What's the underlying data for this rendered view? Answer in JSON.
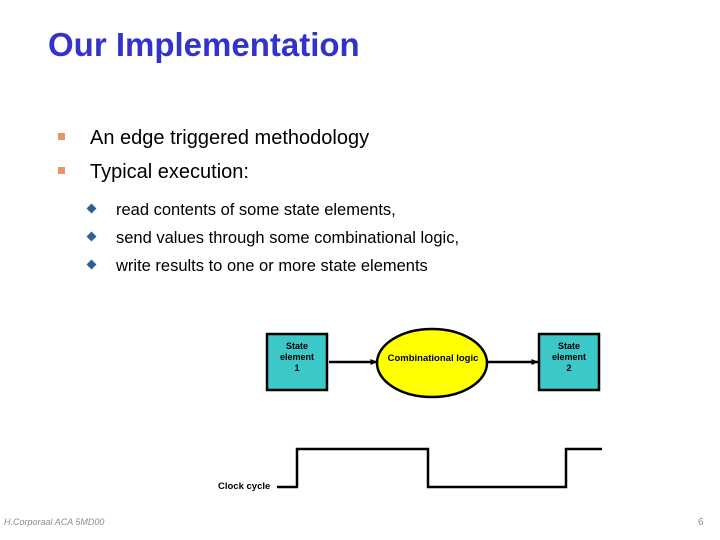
{
  "slide": {
    "title": "Our Implementation",
    "title_color": "#3333CC",
    "page_number": "6",
    "footer": "H.Corporaal  ACA 5MD00"
  },
  "bullets": {
    "level1_marker": "square-bullet-icon",
    "level1_marker_color": "#E8956B",
    "level2_marker": "diamond-bullet-icon",
    "level2_marker_color": "#2E5F96",
    "level1": [
      {
        "text": "An edge triggered methodology"
      },
      {
        "text": "Typical execution:"
      }
    ],
    "level2": [
      {
        "text": "read contents of some state elements,"
      },
      {
        "text": "send values through some combinational logic,"
      },
      {
        "text": "write results to one or more state elements"
      }
    ]
  },
  "diagram": {
    "box_fill": "#3CC8C8",
    "ellipse_fill": "#FFFF00",
    "stroke": "#000000",
    "state1": {
      "line1": "State",
      "line2": "element",
      "line3": "1"
    },
    "state2": {
      "line1": "State",
      "line2": "element",
      "line3": "2"
    },
    "combinational": {
      "label": "Combinational logic"
    },
    "clock": {
      "label": "Clock cycle"
    }
  }
}
